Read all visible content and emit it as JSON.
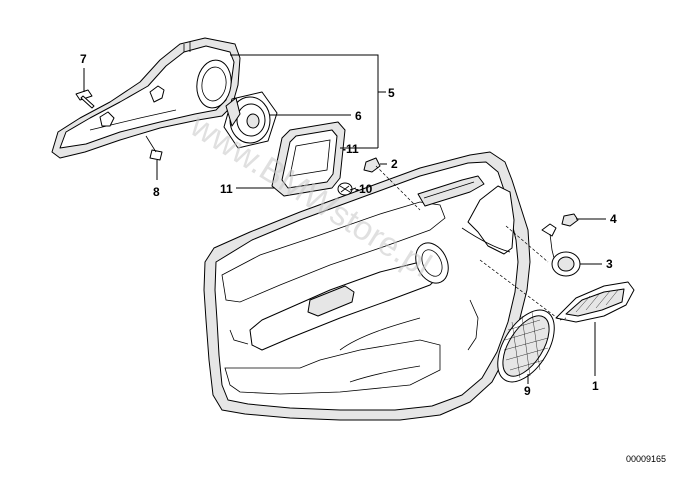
{
  "callouts": {
    "c1": "1",
    "c2": "2",
    "c3": "3",
    "c4": "4",
    "c5": "5",
    "c6": "6",
    "c7": "7",
    "c8": "8",
    "c9": "9",
    "c10": "-10",
    "c11a": "-11",
    "c11b": "11"
  },
  "reference_number": "00009165",
  "watermark": "www.BMWstore.pl"
}
